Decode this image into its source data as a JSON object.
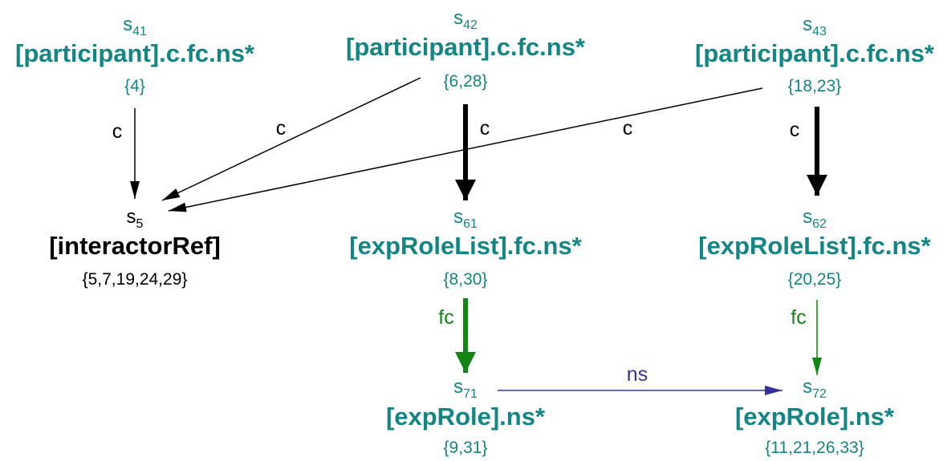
{
  "colors": {
    "teal": "#138585",
    "black": "#000000",
    "green": "#138513",
    "blue": "#333399"
  },
  "nodes": [
    {
      "id": "s41",
      "state_prefix": "s",
      "state_sub": "41",
      "label": "[participant].c.fc.ns*",
      "set": "{4}",
      "color": "teal"
    },
    {
      "id": "s42",
      "state_prefix": "s",
      "state_sub": "42",
      "label": "[participant].c.fc.ns*",
      "set": "{6,28}",
      "color": "teal"
    },
    {
      "id": "s43",
      "state_prefix": "s",
      "state_sub": "43",
      "label": "[participant].c.fc.ns*",
      "set": "{18,23}",
      "color": "teal"
    },
    {
      "id": "s5",
      "state_prefix": "s",
      "state_sub": "5",
      "label": "[interactorRef]",
      "set": "{5,7,19,24,29}",
      "color": "black"
    },
    {
      "id": "s61",
      "state_prefix": "s",
      "state_sub": "61",
      "label": "[expRoleList].fc.ns*",
      "set": "{8,30}",
      "color": "teal"
    },
    {
      "id": "s62",
      "state_prefix": "s",
      "state_sub": "62",
      "label": "[expRoleList].fc.ns*",
      "set": "{20,25}",
      "color": "teal"
    },
    {
      "id": "s71",
      "state_prefix": "s",
      "state_sub": "71",
      "label": "[expRole].ns*",
      "set": "{9,31}",
      "color": "teal"
    },
    {
      "id": "s72",
      "state_prefix": "s",
      "state_sub": "72",
      "label": "[expRole].ns*",
      "set": "{11,21,26,33}",
      "color": "teal"
    }
  ],
  "edges": [
    {
      "from": "s41",
      "to": "s5",
      "label": "c",
      "color": "black",
      "weight": "thin"
    },
    {
      "from": "s42",
      "to": "s5",
      "label": "c",
      "color": "black",
      "weight": "thin"
    },
    {
      "from": "s43",
      "to": "s5",
      "label": "c",
      "color": "black",
      "weight": "thin"
    },
    {
      "from": "s42",
      "to": "s61",
      "label": "c",
      "color": "black",
      "weight": "thick"
    },
    {
      "from": "s43",
      "to": "s62",
      "label": "c",
      "color": "black",
      "weight": "thick"
    },
    {
      "from": "s61",
      "to": "s71",
      "label": "fc",
      "color": "green",
      "weight": "thick"
    },
    {
      "from": "s62",
      "to": "s72",
      "label": "fc",
      "color": "green",
      "weight": "thin"
    },
    {
      "from": "s71",
      "to": "s72",
      "label": "ns",
      "color": "blue",
      "weight": "thin"
    }
  ]
}
